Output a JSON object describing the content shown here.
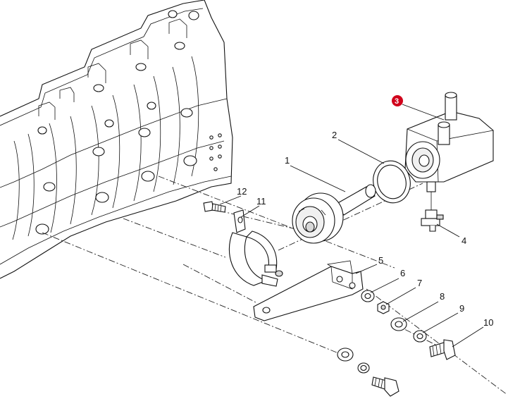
{
  "callouts": {
    "c1": "1",
    "c2": "2",
    "c3": "3",
    "c4": "4",
    "c5": "5",
    "c6": "6",
    "c7": "7",
    "c8": "8",
    "c9": "9",
    "c10": "10",
    "c11": "11",
    "c12": "12"
  },
  "highlight": {
    "item": "3",
    "color": "#d0021b"
  },
  "colors": {
    "line": "#111111",
    "background": "#ffffff"
  }
}
